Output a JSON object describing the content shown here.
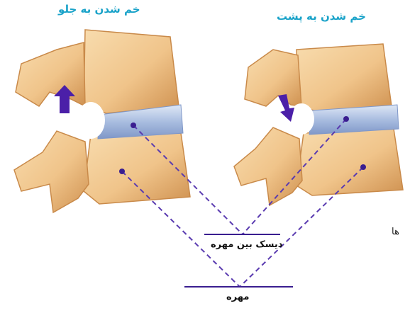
{
  "figure": {
    "left_title": "خم شدن به جلو",
    "right_title": "خم شدن به پشت",
    "disc_label": "دیسک بین مهره",
    "vertebra_label": "مهره",
    "stray_text": "ها"
  },
  "colors": {
    "title": "#1ba3c9",
    "bone": "#f0c48a",
    "bone_shadow": "#cf9150",
    "disc": "#a9bde0",
    "arrow": "#4b1fa8",
    "leader": "#5a3bb0"
  },
  "icons": {
    "left_arrow": "arrow-up-icon",
    "right_arrow": "arrow-down-icon"
  }
}
